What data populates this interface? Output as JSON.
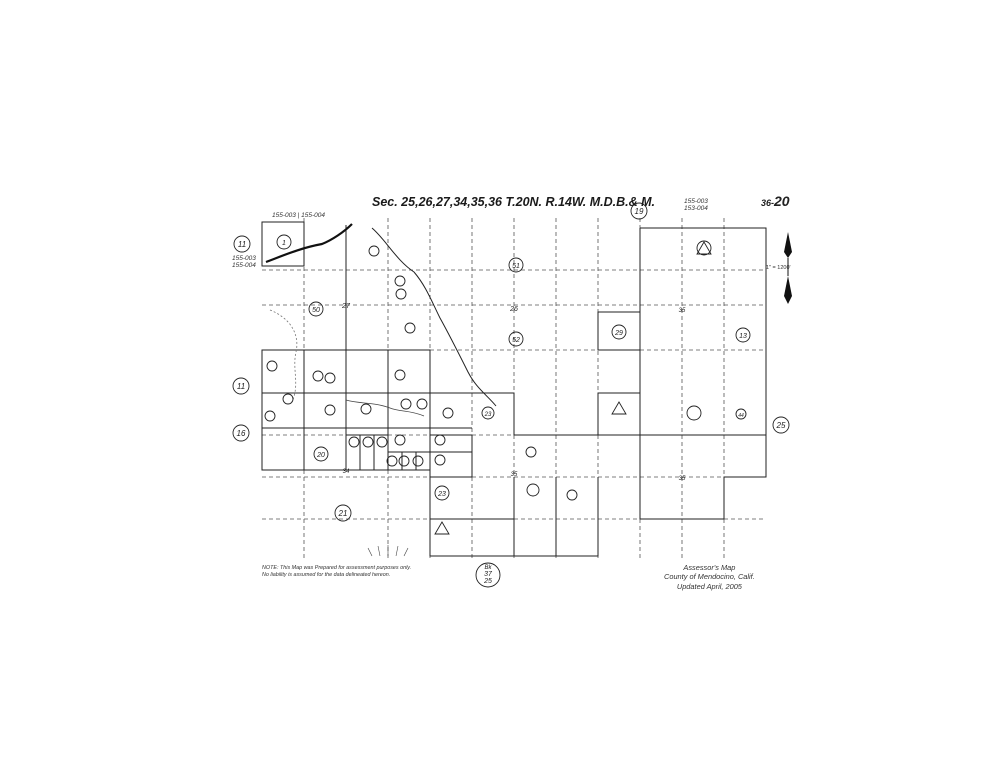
{
  "header": {
    "title": "Sec. 25,26,27,34,35,36 T.20N. R.14W. M.D.B.& M.",
    "map_prefix": "36-",
    "map_number": "20",
    "ref_top_right_1": "155-003",
    "ref_top_right_2": "153-004",
    "ref_top_left_1": "155-003",
    "ref_top_left_2": "155-004",
    "ref_left_1": "155-003",
    "ref_left_2": "155-004"
  },
  "scale_label": "1\" = 1200'",
  "adjacent_maps": [
    "19",
    "11",
    "11",
    "16",
    "25",
    "21"
  ],
  "book_ref": [
    "Bk",
    "37",
    "25"
  ],
  "parcels": [
    "1",
    "50",
    "51",
    "52",
    "20",
    "23",
    "29",
    "23",
    "44",
    "13"
  ],
  "sections": [
    "27",
    "26",
    "35",
    "35",
    "34",
    "35"
  ],
  "footer": {
    "note_1": "NOTE:  This Map was Prepared for assessment purposes only.",
    "note_2": "No liability is assumed for the data delineated hereon.",
    "credit_1": "Assessor's Map",
    "credit_2": "County of Mendocino, Calif.",
    "credit_3": "Updated April, 2005"
  }
}
